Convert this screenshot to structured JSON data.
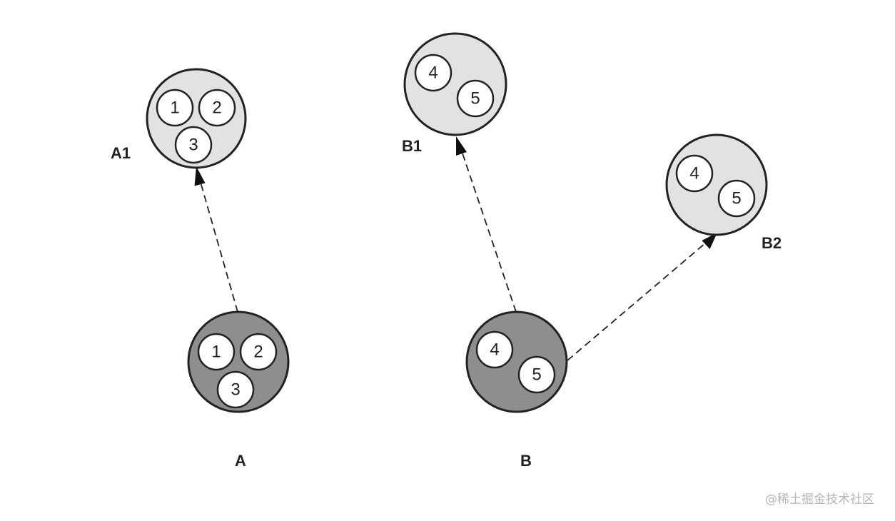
{
  "nodes": {
    "A": {
      "label": "A",
      "items": [
        "1",
        "2",
        "3"
      ]
    },
    "A1": {
      "label": "A1",
      "items": [
        "1",
        "2",
        "3"
      ]
    },
    "B": {
      "label": "B",
      "items": [
        "4",
        "5"
      ]
    },
    "B1": {
      "label": "B1",
      "items": [
        "4",
        "5"
      ]
    },
    "B2": {
      "label": "B2",
      "items": [
        "4",
        "5"
      ]
    }
  },
  "edges": [
    {
      "from": "A",
      "to": "A1",
      "style": "dashed"
    },
    {
      "from": "B",
      "to": "B1",
      "style": "dashed"
    },
    {
      "from": "B",
      "to": "B2",
      "style": "dashed"
    }
  ],
  "colors": {
    "source_fill": "#8e8e8e",
    "target_fill": "#e2e2e2",
    "outline": "#222222"
  },
  "watermark": "@稀土掘金技术社区"
}
